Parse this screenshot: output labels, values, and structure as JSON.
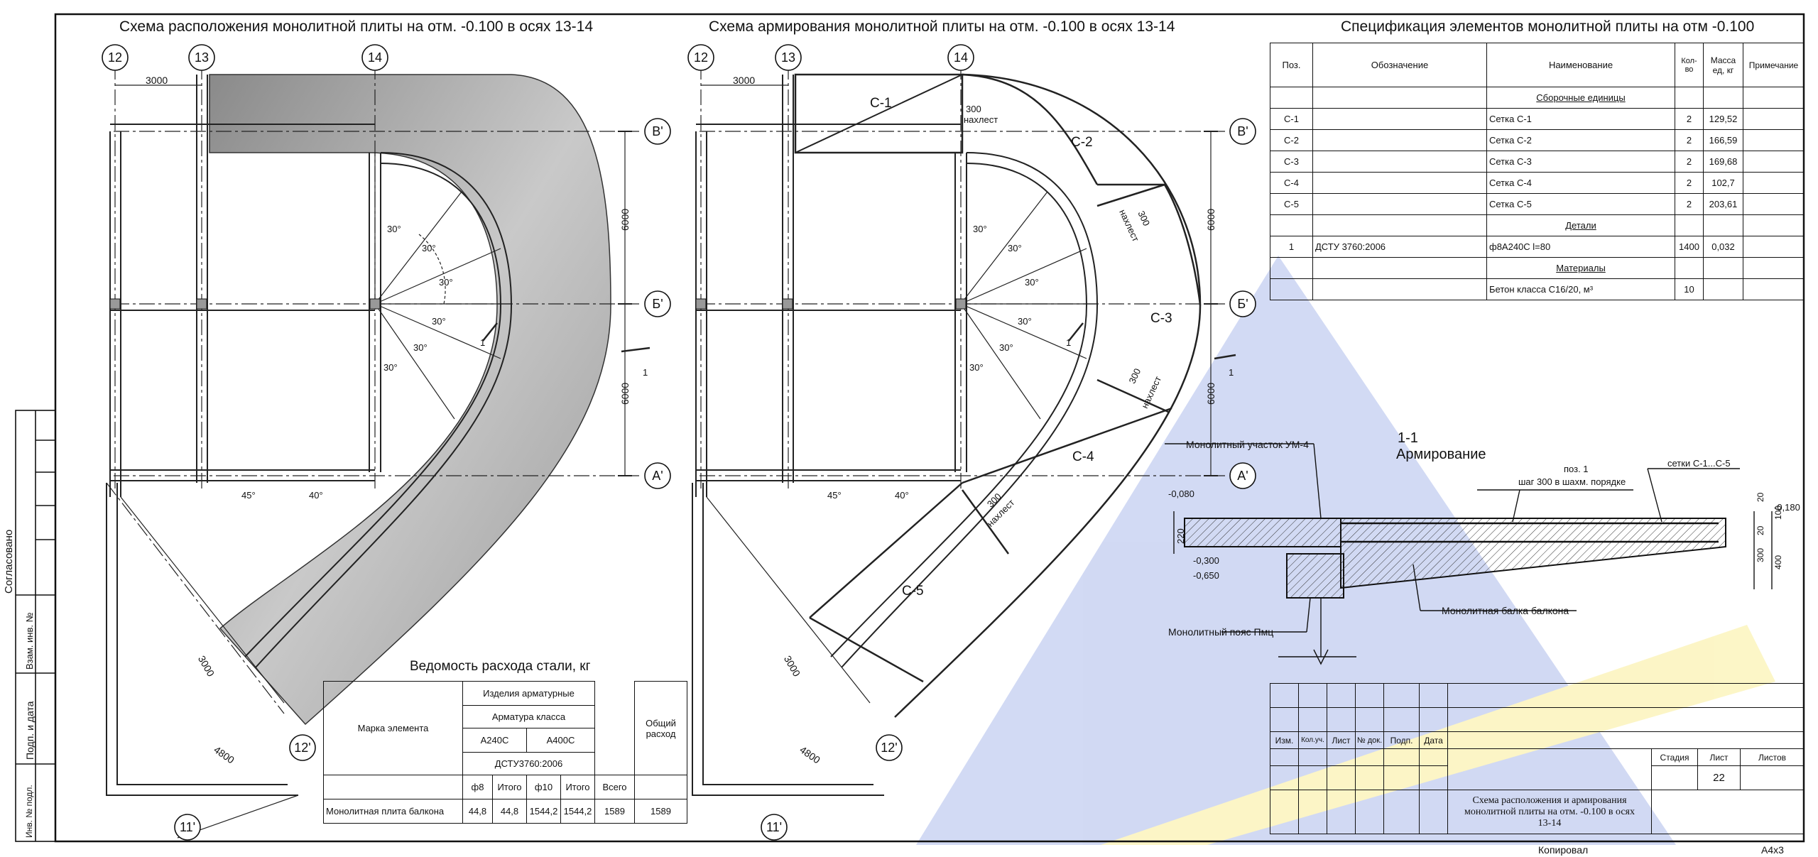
{
  "titles": {
    "layout_plan": "Схема расположения монолитной плиты на отм. -0.100 в осях 13-14",
    "reinforcement_plan": "Схема армирования монолитной плиты на отм. -0.100 в осях 13-14",
    "spec": "Спецификация элементов монолитной плиты на отм -0.100"
  },
  "axes": {
    "a12": "12",
    "a13": "13",
    "a14": "14",
    "a12p": "12'",
    "a11p": "11'",
    "bp": "В'",
    "bbp": "Б'",
    "ap": "А'"
  },
  "dims": {
    "d3000": "3000",
    "d6000": "6000",
    "d4800": "4800",
    "ang30": "30°",
    "ang45": "45°",
    "ang40": "40°",
    "one": "1",
    "lap300": "300",
    "lap_word": "нахлест"
  },
  "nets": {
    "c1": "С-1",
    "c2": "С-2",
    "c3": "С-3",
    "c4": "С-4",
    "c5": "С-5"
  },
  "spec": {
    "headers": {
      "pos": "Поз.",
      "designation": "Обозначение",
      "name": "Наименование",
      "qty": "Кол-во",
      "mass": "Масса ед, кг",
      "note": "Примечание"
    },
    "sections": {
      "assemblies": "Сборочные единицы",
      "details": "Детали",
      "materials": "Материалы"
    },
    "rows": [
      {
        "pos": "С-1",
        "designation": "",
        "name": "Сетка С-1",
        "qty": "2",
        "mass": "129,52"
      },
      {
        "pos": "С-2",
        "designation": "",
        "name": "Сетка С-2",
        "qty": "2",
        "mass": "166,59"
      },
      {
        "pos": "С-3",
        "designation": "",
        "name": "Сетка С-3",
        "qty": "2",
        "mass": "169,68"
      },
      {
        "pos": "С-4",
        "designation": "",
        "name": "Сетка С-4",
        "qty": "2",
        "mass": "102,7"
      },
      {
        "pos": "С-5",
        "designation": "",
        "name": "Сетка С-5",
        "qty": "2",
        "mass": "203,61"
      }
    ],
    "detail": {
      "pos": "1",
      "designation": "ДСТУ 3760:2006",
      "name": "ф8А240С l=80",
      "qty": "1400",
      "mass": "0,032"
    },
    "material": {
      "name": "Бетон класса С16/20, м³",
      "qty": "10"
    }
  },
  "section": {
    "title1": "1-1",
    "title2": "Армирование",
    "um4": "Монолитный участок УМ-4",
    "pos1": "поз. 1",
    "step": "шаг 300 в шахм. порядке",
    "nets_label": "сетки С-1...С-5",
    "beam": "Монолитная балка балкона",
    "belt": "Монолитный пояс Пмц",
    "e080": "-0,080",
    "e300": "-0,300",
    "e650": "-0,650",
    "e180": "-0,180",
    "d220": "220",
    "d20a": "20",
    "d100": "100",
    "d20b": "20",
    "d300": "300",
    "d400": "400"
  },
  "steel": {
    "title": "Ведомость расхода стали, кг",
    "h_items": "Изделия арматурные",
    "h_class": "Арматура класса",
    "h_mark": "Марка элемента",
    "h_a240": "А240С",
    "h_a400": "А400С",
    "h_std": "ДСТУ3760:2006",
    "h_total": "Всего",
    "h_general": "Общий расход",
    "h_f8": "ф8",
    "h_itogo1": "Итого",
    "h_f10": "ф10",
    "h_itogo2": "Итого",
    "row": {
      "mark": "Монолитная плита балкона",
      "f8": "44,8",
      "itogo1": "44,8",
      "f10": "1544,2",
      "itogo2": "1544,2",
      "total": "1589",
      "general": "1589"
    }
  },
  "stamp": {
    "izm": "Изм.",
    "kolu": "Кол.уч.",
    "list": "Лист",
    "ndok": "№ док.",
    "podp": "Подп.",
    "data": "Дата",
    "stadia": "Стадия",
    "list2": "Лист",
    "listov": "Листов",
    "sheet_no": "22",
    "description": "Схема расположения и армирования монолитной плиты на отм. -0.100 в осях 13-14",
    "copied": "Копировал",
    "format": "А4х3"
  },
  "side": {
    "agreed": "Согласовано",
    "vzam": "Взам. инв. №",
    "podp_data": "Подп. и дата",
    "inv_podl": "Инв. № подл."
  }
}
